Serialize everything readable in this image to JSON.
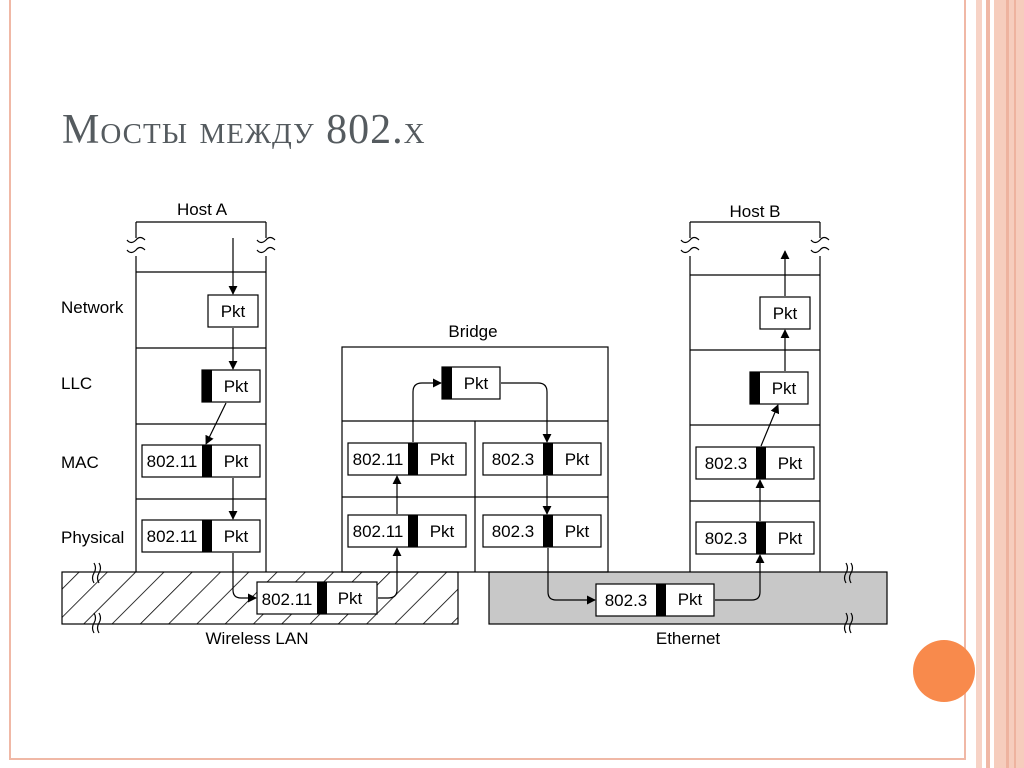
{
  "slide": {
    "title": "Мосты между 802.х",
    "colors": {
      "frame": "#f0b8a6",
      "accent_dot": "#f88a4c",
      "ethernet_fill": "#c8c8c8",
      "title": "#555b5f"
    }
  },
  "diagram": {
    "host_a": "Host A",
    "host_b": "Host B",
    "bridge": "Bridge",
    "layers": {
      "network": "Network",
      "llc": "LLC",
      "mac": "MAC",
      "physical": "Physical"
    },
    "headers": {
      "wifi": "802.11",
      "eth": "802.3"
    },
    "packet": "Pkt",
    "wireless_lan": "Wireless LAN",
    "ethernet": "Ethernet"
  }
}
